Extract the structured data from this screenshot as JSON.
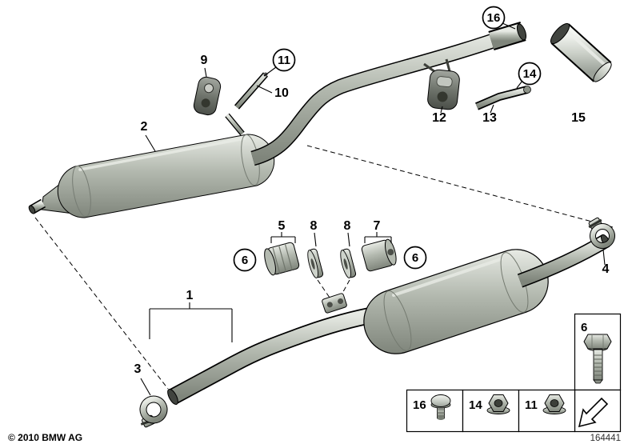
{
  "meta": {
    "copyright": "© 2010 BMW AG",
    "diagram_number": "164441"
  },
  "colors": {
    "background": "#ffffff",
    "line": "#000000",
    "metal_light": "#e7eae4",
    "metal_mid": "#b2b8ae",
    "metal_dark": "#7f857b",
    "chrome_light": "#f4f6f2",
    "rubber_dark": "#4b4f49"
  },
  "callouts": {
    "n1": "1",
    "n2": "2",
    "n3": "3",
    "n4": "4",
    "n5": "5",
    "n6": "6",
    "n7": "7",
    "n8": "8",
    "n9": "9",
    "n10": "10",
    "n11": "11",
    "n12": "12",
    "n13": "13",
    "n14": "14",
    "n15": "15",
    "n16": "16"
  },
  "legend": {
    "bolt": "6",
    "screw": "16",
    "nut_a": "14",
    "nut_b": "11"
  }
}
